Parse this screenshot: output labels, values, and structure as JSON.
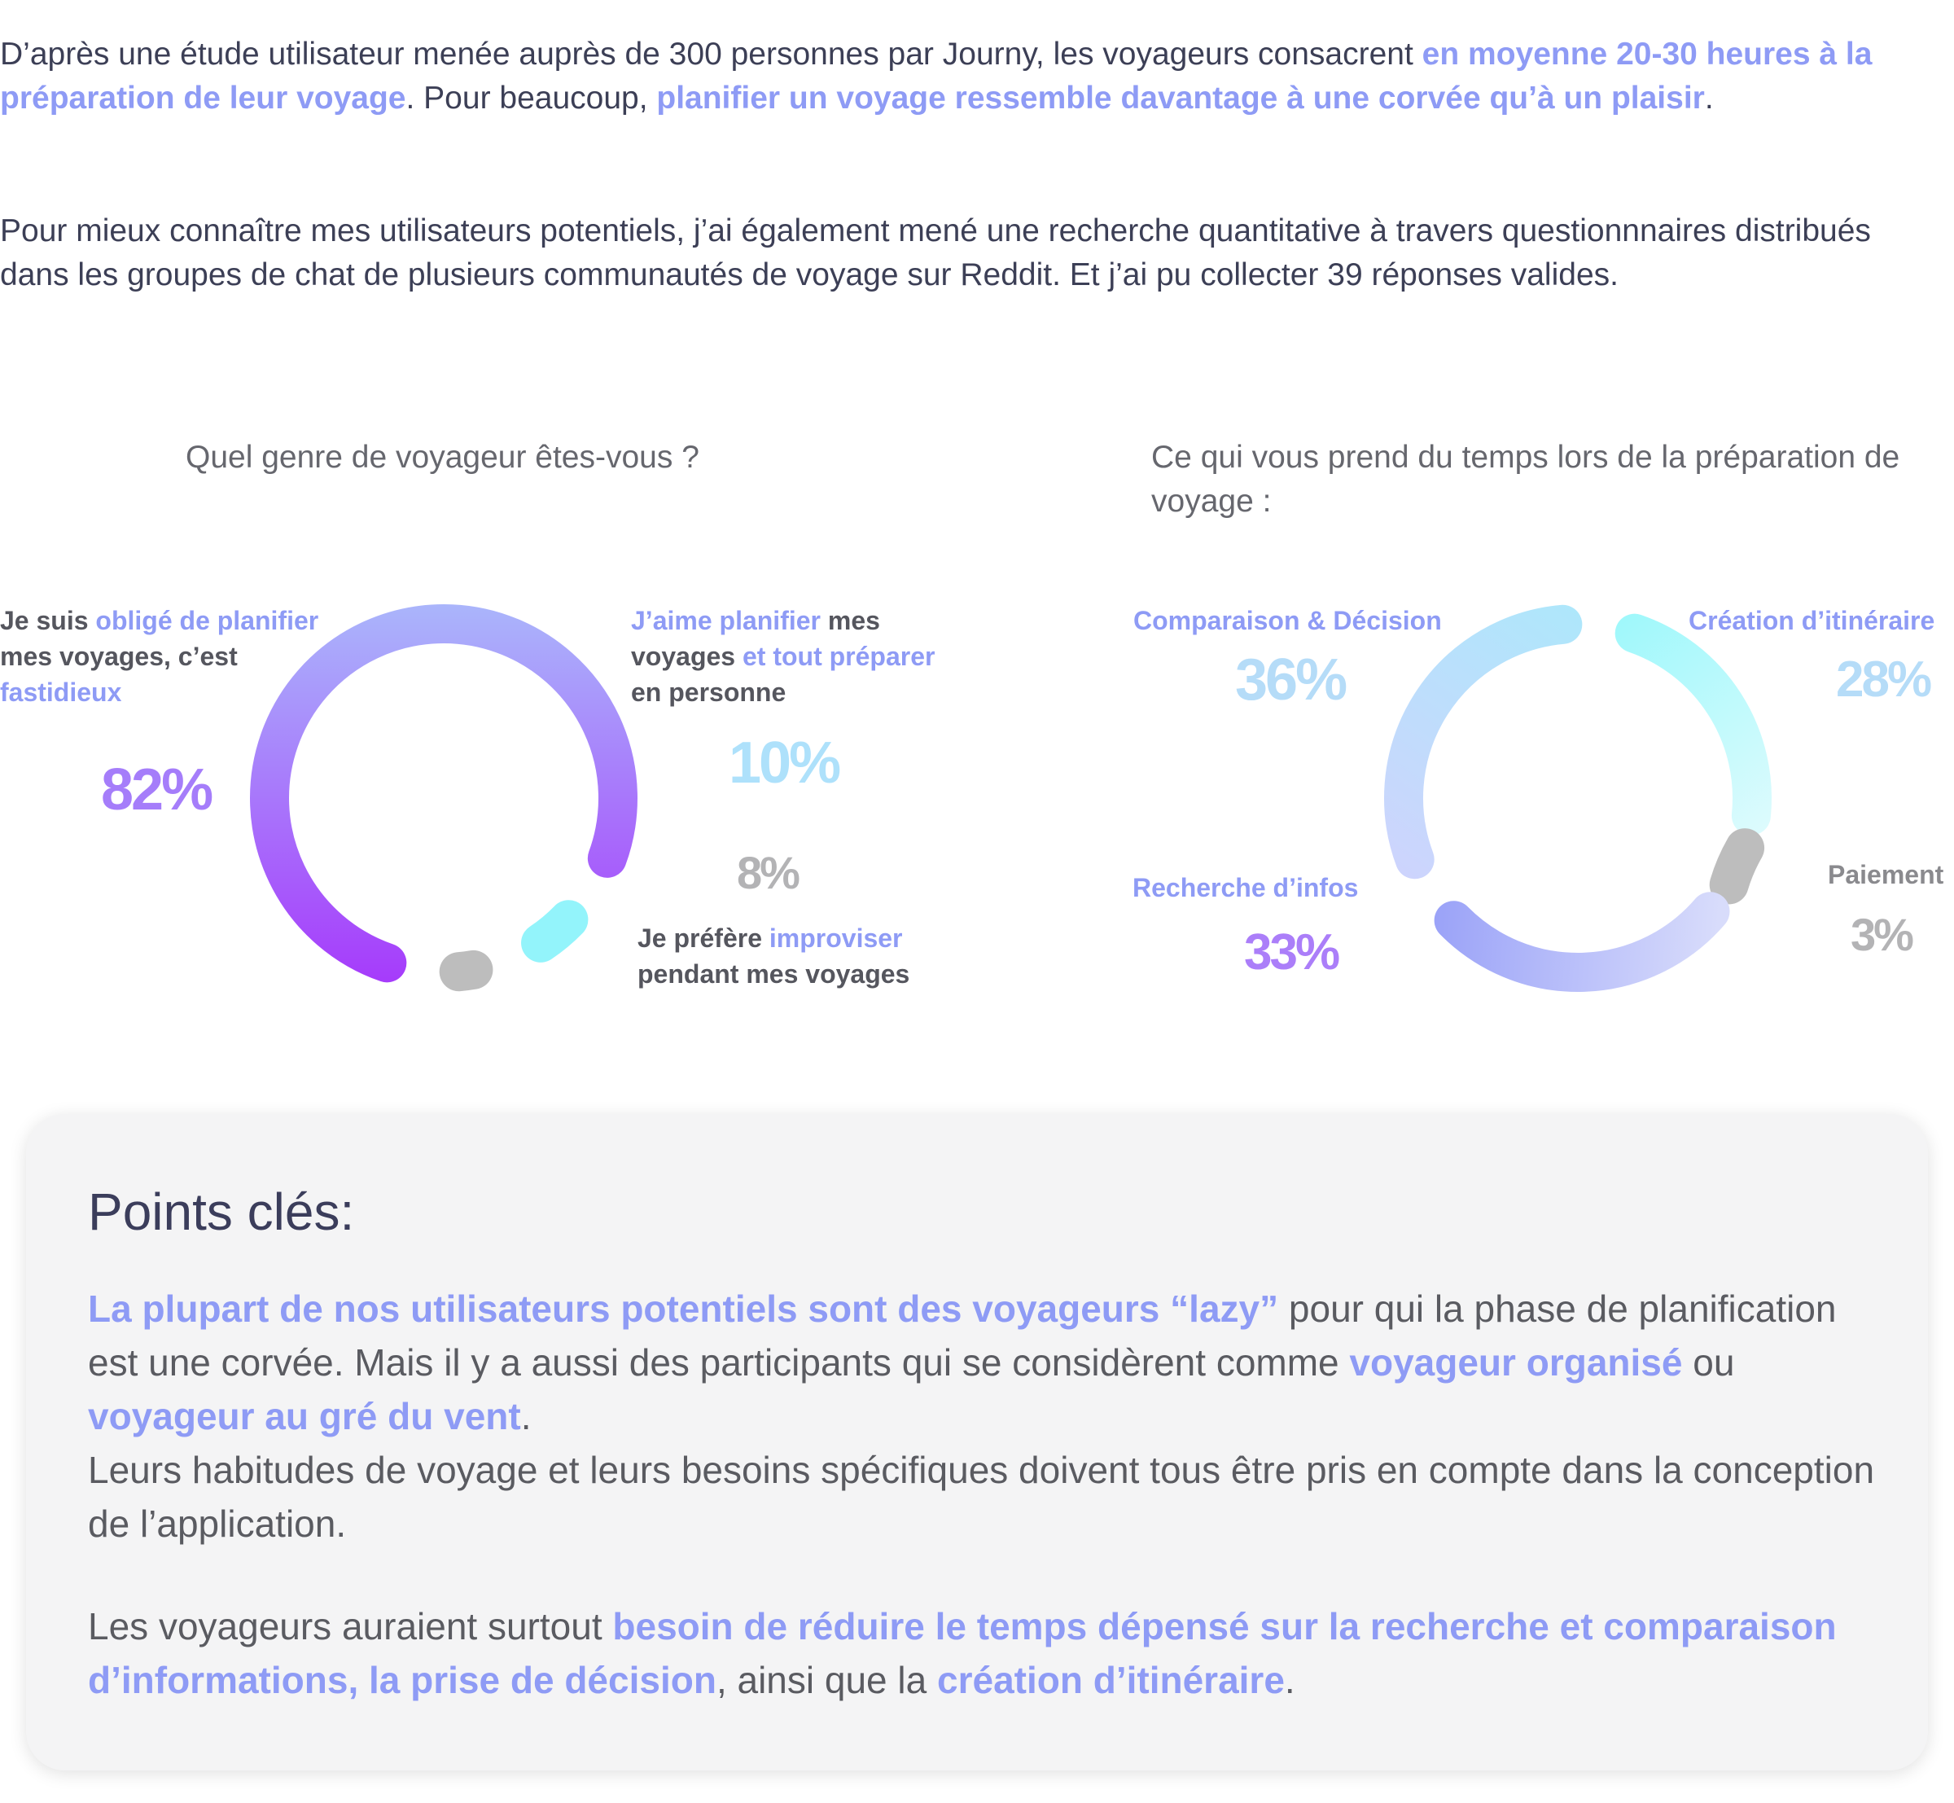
{
  "intro": {
    "p1": [
      {
        "t": "D’après une étude utilisateur menée auprès de 300 personnes par Journy,  les voyageurs consacrent ",
        "hl": false
      },
      {
        "t": "en moyenne 20-30 heures à la préparation de leur voyage",
        "hl": true
      },
      {
        "t": ". Pour beaucoup, ",
        "hl": false
      },
      {
        "t": "planifier un voyage ressemble davantage à une corvée qu’à un plaisir",
        "hl": true
      },
      {
        "t": ".",
        "hl": false
      }
    ],
    "p2": "Pour mieux connaître mes utilisateurs potentiels, j’ai également mené une recherche quantitative à travers questionnnaires distribués dans les groupes de chat de plusieurs communautés de voyage sur Reddit. Et j’ai pu collecter 39 réponses valides."
  },
  "chart_data": [
    {
      "type": "pie",
      "title": "Quel genre de voyageur êtes-vous ?",
      "categories": [
        "Je suis obligé de planifier mes voyages, c’est fastidieux",
        "J’aime planifier mes voyages et tout préparer en personne",
        "Je préfère improviser pendant mes voyages"
      ],
      "values": [
        82,
        10,
        8
      ],
      "unit": "%",
      "colors": [
        "#a638fb",
        "#93f4fb",
        "#bdbdbd"
      ]
    },
    {
      "type": "pie",
      "title": "Ce qui vous prend du temps lors de la préparation de voyage :",
      "categories": [
        "Comparaison & Décision",
        "Création d’itinéraire",
        "Paiement",
        "Recherche d’infos"
      ],
      "values": [
        36,
        28,
        3,
        33
      ],
      "unit": "%",
      "colors": [
        "#b8d8f8",
        "#a9f6fb",
        "#bdbdbd",
        "#a9a1f7"
      ]
    }
  ],
  "chart1": {
    "label_a": [
      {
        "t": "Je suis ",
        "hl": false
      },
      {
        "t": "obligé de planifier",
        "hl": true
      },
      {
        "t": " mes voyages, c’est ",
        "hl": false
      },
      {
        "t": "fastidieux",
        "hl": true
      }
    ],
    "label_b": [
      {
        "t": "J’aime planifier",
        "hl": true
      },
      {
        "t": " mes voyages ",
        "hl": false
      },
      {
        "t": "et tout préparer",
        "hl": true
      },
      {
        "t": " en personne",
        "hl": false
      }
    ],
    "label_c": [
      {
        "t": "Je préfère ",
        "hl": false
      },
      {
        "t": "improviser",
        "hl": true
      },
      {
        "t": " pendant mes voyages",
        "hl": false
      }
    ],
    "pct_a": "82%",
    "pct_b": "10%",
    "pct_c": "8%"
  },
  "chart2": {
    "label_a": "Comparaison & Décision",
    "label_b": "Création d’itinéraire",
    "label_c": "Paiement",
    "label_d": "Recherche d’infos",
    "pct_a": "36%",
    "pct_b": "28%",
    "pct_c": "3%",
    "pct_d": "33%"
  },
  "key_points": {
    "title": "Points clés:",
    "p1": [
      {
        "t": "La plupart de nos utilisateurs potentiels sont des voyageurs “lazy”",
        "hl": true
      },
      {
        "t": " pour qui la phase de planification est une corvée. Mais il y a aussi des participants qui se considèrent comme ",
        "hl": false
      },
      {
        "t": "voyageur organisé",
        "hl": true
      },
      {
        "t": " ou ",
        "hl": false
      },
      {
        "t": "voyageur au gré du vent",
        "hl": true
      },
      {
        "t": ".\nLeurs habitudes de voyage et leurs besoins spécifiques doivent tous être pris en compte dans la conception de l’application.",
        "hl": false
      }
    ],
    "p2": [
      {
        "t": "Les voyageurs auraient surtout ",
        "hl": false
      },
      {
        "t": "besoin de réduire le temps dépensé sur la recherche et comparaison d’informations, la prise de décision",
        "hl": true
      },
      {
        "t": ", ainsi que la ",
        "hl": false
      },
      {
        "t": "création d’itinéraire",
        "hl": true
      },
      {
        "t": ".",
        "hl": false
      }
    ]
  }
}
